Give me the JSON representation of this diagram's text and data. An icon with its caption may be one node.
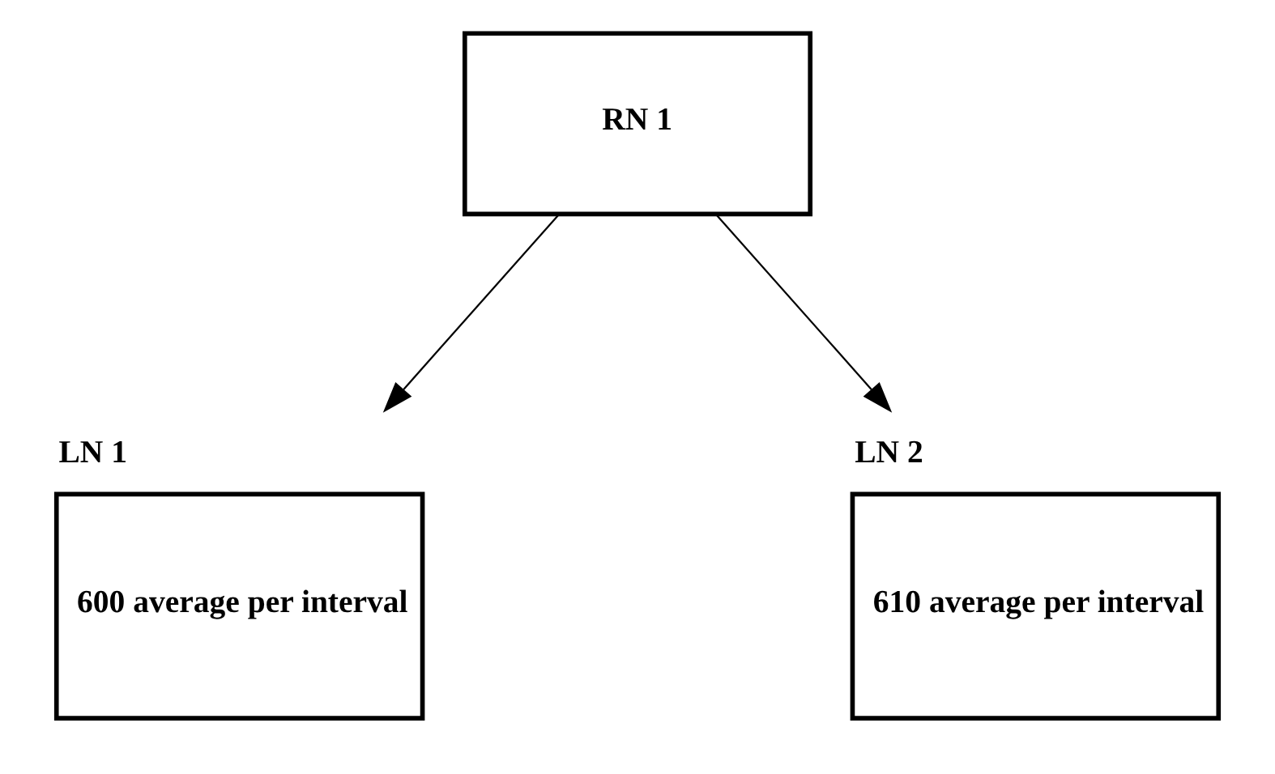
{
  "diagram": {
    "nodes": [
      {
        "text": [
          "RN 1"
        ]
      },
      {
        "text": [
          "LN 1",
          "600 average per interval"
        ]
      },
      {
        "text": [
          "LN 2",
          "610 average per interval"
        ]
      }
    ],
    "edges": [
      {
        "from": 0,
        "to": 1,
        "arrow": "to"
      },
      {
        "from": 0,
        "to": 2,
        "arrow": "to"
      }
    ]
  }
}
